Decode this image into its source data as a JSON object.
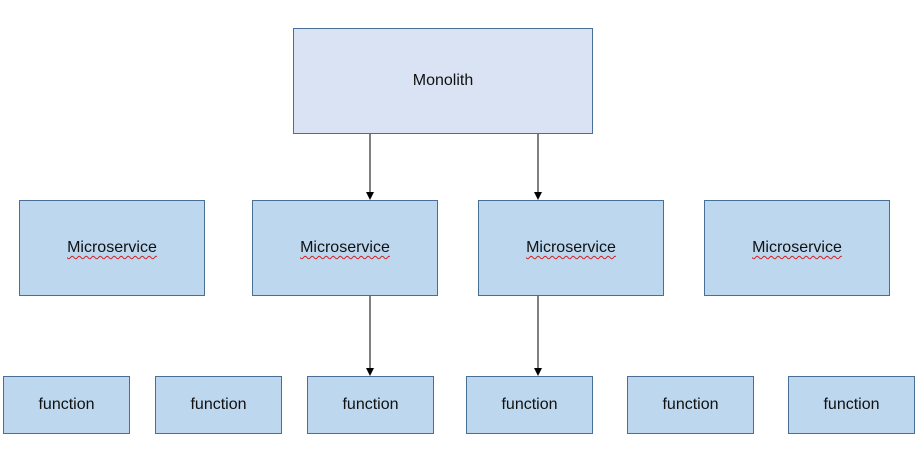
{
  "monolith": {
    "label": "Monolith"
  },
  "microservices": [
    {
      "label": "Microservice"
    },
    {
      "label": "Microservice"
    },
    {
      "label": "Microservice"
    },
    {
      "label": "Microservice"
    }
  ],
  "functions": [
    {
      "label": "function"
    },
    {
      "label": "function"
    },
    {
      "label": "function"
    },
    {
      "label": "function"
    },
    {
      "label": "function"
    },
    {
      "label": "function"
    }
  ],
  "colors": {
    "monolith_fill": "#dae3f3",
    "box_fill": "#bdd7ee",
    "border": "#4a6f96",
    "arrow": "#000000",
    "spellcheck_underline": "#d02020"
  }
}
